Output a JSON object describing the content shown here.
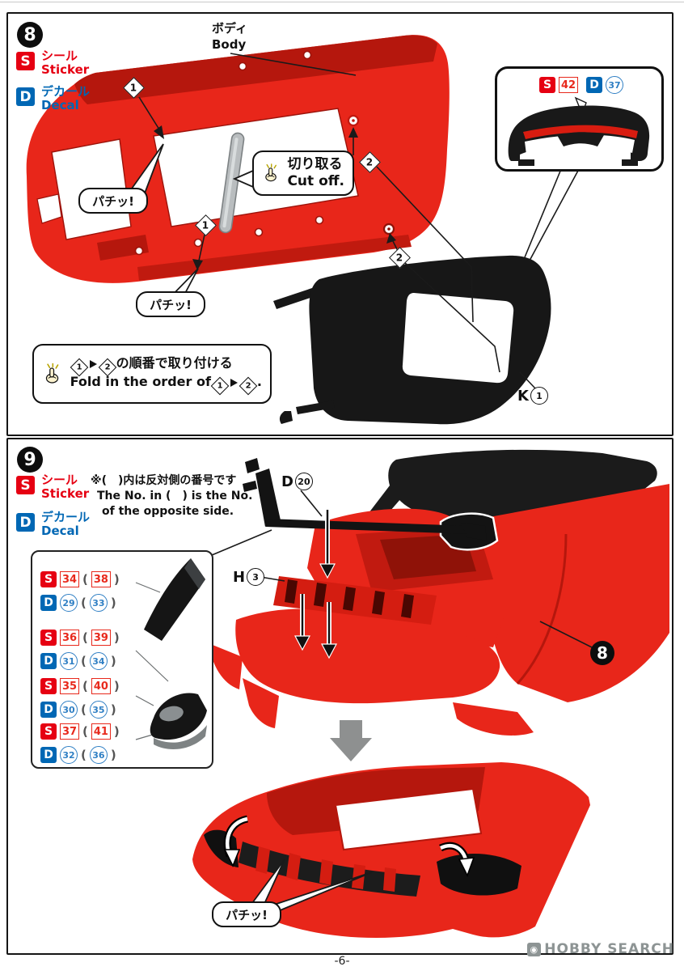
{
  "page": {
    "number": "-6-",
    "watermark": "HOBBY SEARCH"
  },
  "legend": {
    "s_chip": "S",
    "s_jp": "シール",
    "s_en": "Sticker",
    "d_chip": "D",
    "d_jp": "デカール",
    "d_en": "Decal"
  },
  "step8": {
    "badge": "8",
    "body_jp": "ボディ",
    "body_en": "Body",
    "snap_a": "パチッ!",
    "snap_b": "パチッ!",
    "cut_jp": "切り取る",
    "cut_en": "Cut off.",
    "fold_jp_suffix": "の順番で取り付ける",
    "fold_en_prefix": "Fold in the order of",
    "fold_en_period": ".",
    "m1": "1",
    "m2": "2",
    "inset": {
      "s_chip": "S",
      "s_num": "42",
      "d_chip": "D",
      "d_num": "37"
    },
    "k_part": {
      "letter": "K",
      "num": "1"
    }
  },
  "step9": {
    "badge": "9",
    "note_jp": "※(　)内は反対側の番号です",
    "note_en1": "The No. in (　) is the No.",
    "note_en2": "of the opposite side.",
    "d20": {
      "letter": "D",
      "num": "20"
    },
    "h3": {
      "letter": "H",
      "num": "3"
    },
    "ref_badge": "8",
    "snap": "パチッ!",
    "paren_open": "(",
    "paren_close": ")",
    "rows": [
      {
        "s_chip": "S",
        "s_num": "34",
        "s_alt": "38",
        "d_chip": "D",
        "d_num": "29",
        "d_alt": "33"
      },
      {
        "s_chip": "S",
        "s_num": "36",
        "s_alt": "39",
        "d_chip": "D",
        "d_num": "31",
        "d_alt": "34"
      },
      {
        "s_chip": "S",
        "s_num": "35",
        "s_alt": "40",
        "d_chip": "D",
        "d_num": "30",
        "d_alt": "35"
      },
      {
        "s_chip": "S",
        "s_num": "37",
        "s_alt": "41",
        "d_chip": "D",
        "d_num": "32",
        "d_alt": "36"
      }
    ]
  },
  "colors": {
    "body_red": "#e8261a",
    "shade_red": "#b5170d",
    "deep_red": "#8f1208",
    "part_black": "#181818",
    "sticker_red": "#e60012",
    "decal_blue": "#0067b4",
    "rod_gray": "#b9bdbf",
    "arrow_gray": "#8e9090"
  }
}
